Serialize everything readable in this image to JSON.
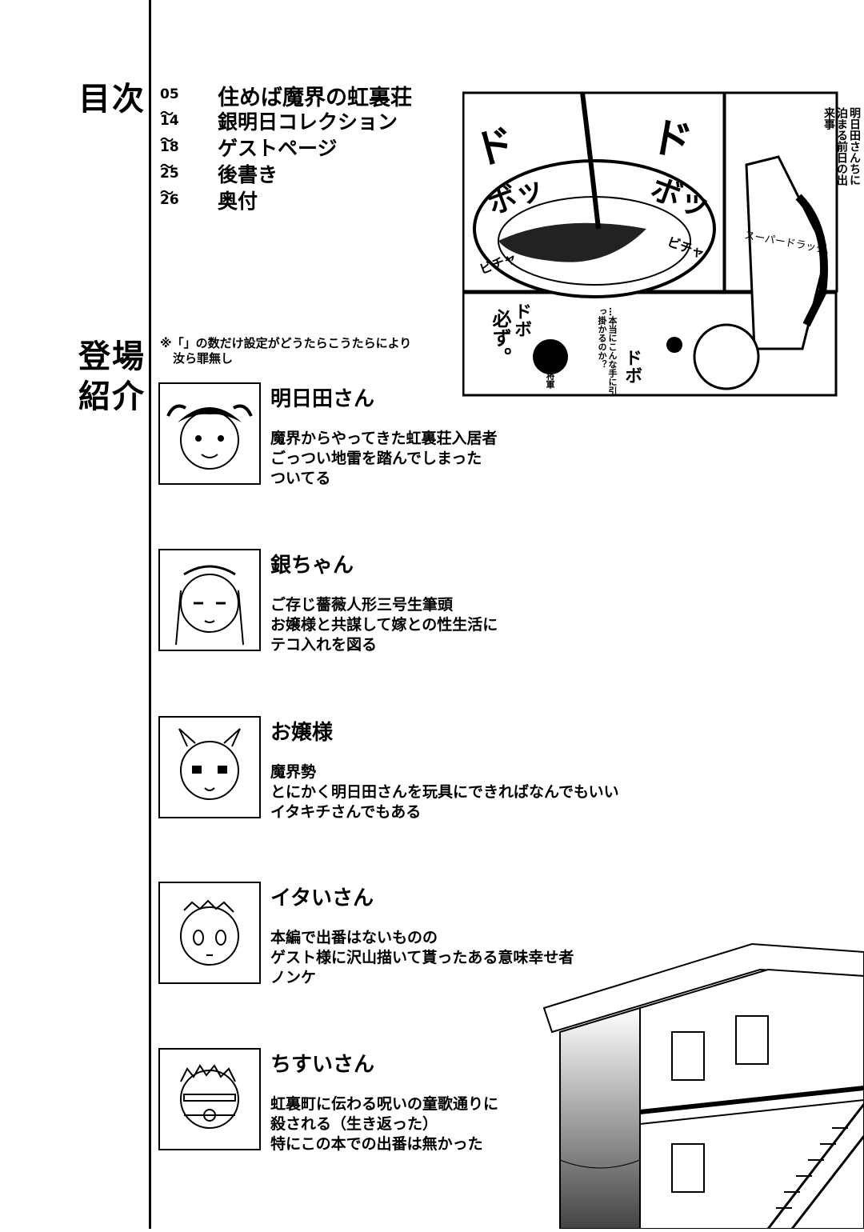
{
  "toc": {
    "heading": "目次",
    "items": [
      {
        "num": "05～",
        "title": "住めば魔界の虹裏荘"
      },
      {
        "num": "14～",
        "title": "銀明日コレクション"
      },
      {
        "num": "18～",
        "title": "ゲストページ"
      },
      {
        "num": "25～",
        "title": "後書き"
      },
      {
        "num": "26",
        "title": "奥付"
      }
    ]
  },
  "intro": {
    "heading_line1": "登場",
    "heading_line2": "紹介",
    "note_line1": "※「」の数だけ設定がどうたらこうたらにより",
    "note_line2": "汝ら罪無し"
  },
  "characters": [
    {
      "name": "明日田さん",
      "lines": [
        "魔界からやってきた虹裏荘入居者",
        "ごっつい地雷を踏んでしまった",
        "ついてる"
      ]
    },
    {
      "name": "銀ちゃん",
      "lines": [
        "ご存じ薔薇人形三号生筆頭",
        "お嬢様と共謀して嫁との性生活に",
        "テコ入れを図る"
      ]
    },
    {
      "name": "お嬢様",
      "lines": [
        "魔界勢",
        "とにかく明日田さんを玩具にできればなんでもいい",
        "イタキチさんでもある"
      ]
    },
    {
      "name": "イタいさん",
      "lines": [
        "本編で出番はないものの",
        "ゲスト様に沢山描いて貰ったある意味幸せ者",
        "ノンケ"
      ]
    },
    {
      "name": "ちすいさん",
      "lines": [
        "虹裏町に伝わる呪いの童歌通りに",
        "殺される（生き返った）",
        "特にこの本での出番は無かった"
      ]
    }
  ],
  "comic": {
    "caption": "明日田さんちに泊まる前日の出来事",
    "sfx_do": "ド",
    "sfx_bo": "ボッ",
    "sfx_bicha": "ビチャ",
    "sfx_dobo": "ドボ",
    "bottle_label": "スーパードラッグ",
    "speech_hitsuzu": "必ず。",
    "speech_hontou": "…本当にこんな手に引っ掛かるのか？",
    "speech_asuta": "アスタ将軍は…"
  }
}
